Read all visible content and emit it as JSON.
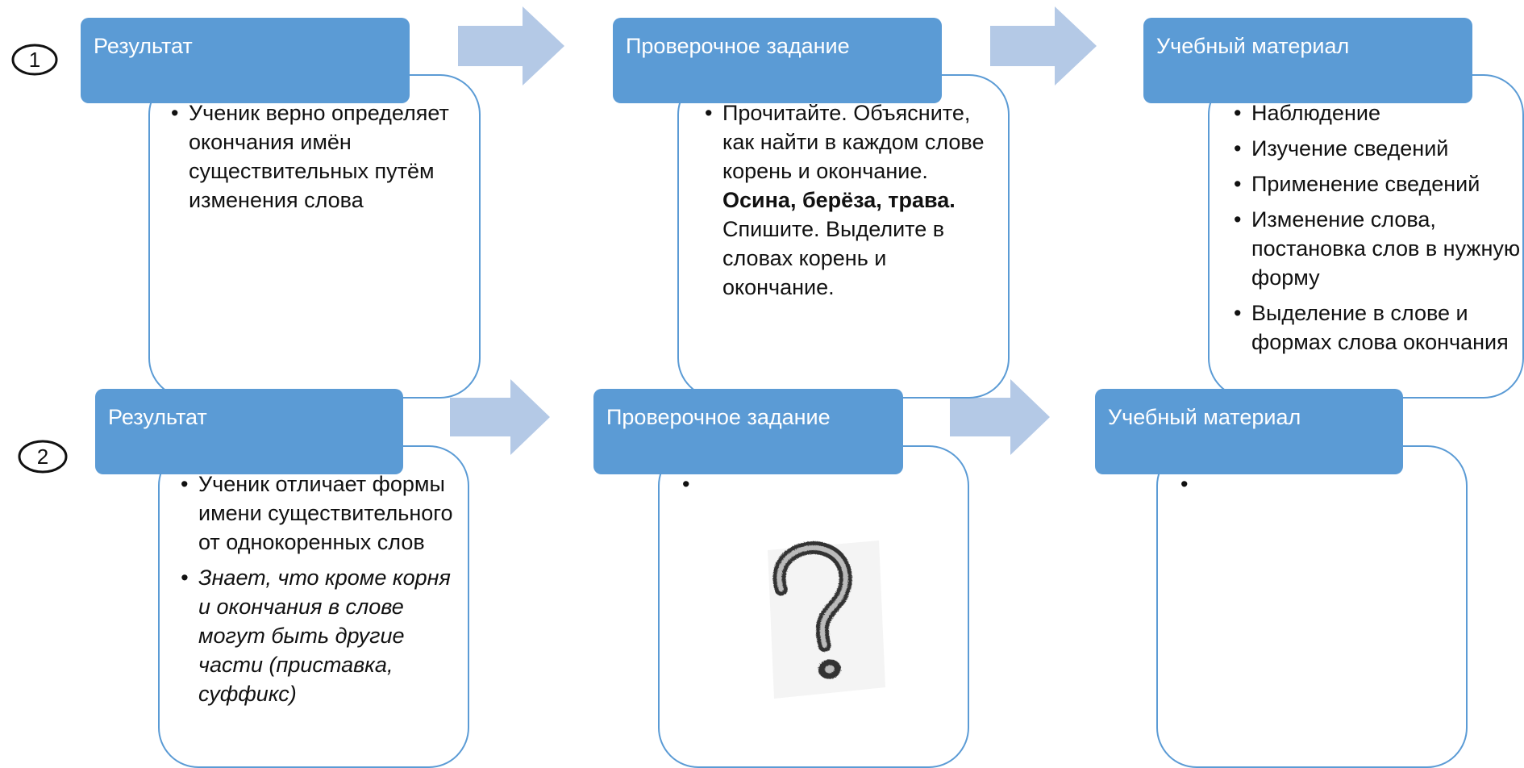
{
  "rows": [
    {
      "number": "1",
      "blocks": [
        {
          "header": "Результат",
          "bullets": [
            "Ученик верно определяет окончания имён существительных путём изменения слова"
          ]
        },
        {
          "header": "Проверочное задание",
          "task_lines": [
            "Прочитайте. Объясните, как найти в каждом слове корень и окончание.",
            "Осина,  берёза, трава.",
            "Спишите. Выделите в словах корень и окончание."
          ]
        },
        {
          "header": "Учебный материал",
          "bullets": [
            "Наблюдение",
            "Изучение сведений",
            "Применение сведений",
            "Изменение слова, постановка слов в нужную форму",
            "Выделение в слове и формах слова окончания"
          ]
        }
      ]
    },
    {
      "number": "2",
      "blocks": [
        {
          "header": "Результат",
          "bullets": [
            "Ученик отличает формы имени существительного от однокоренных слов",
            "Знает, что кроме корня и окончания в слове могут быть другие части (приставка, суффикс)"
          ]
        },
        {
          "header": "Проверочное задание",
          "bullets": [
            ""
          ],
          "image": "question-mark-image"
        },
        {
          "header": "Учебный материал",
          "bullets": [
            ""
          ]
        }
      ]
    }
  ],
  "colors": {
    "header": "#5b9bd5",
    "arrow": "#b4c9e6",
    "border": "#5b9bd5"
  }
}
